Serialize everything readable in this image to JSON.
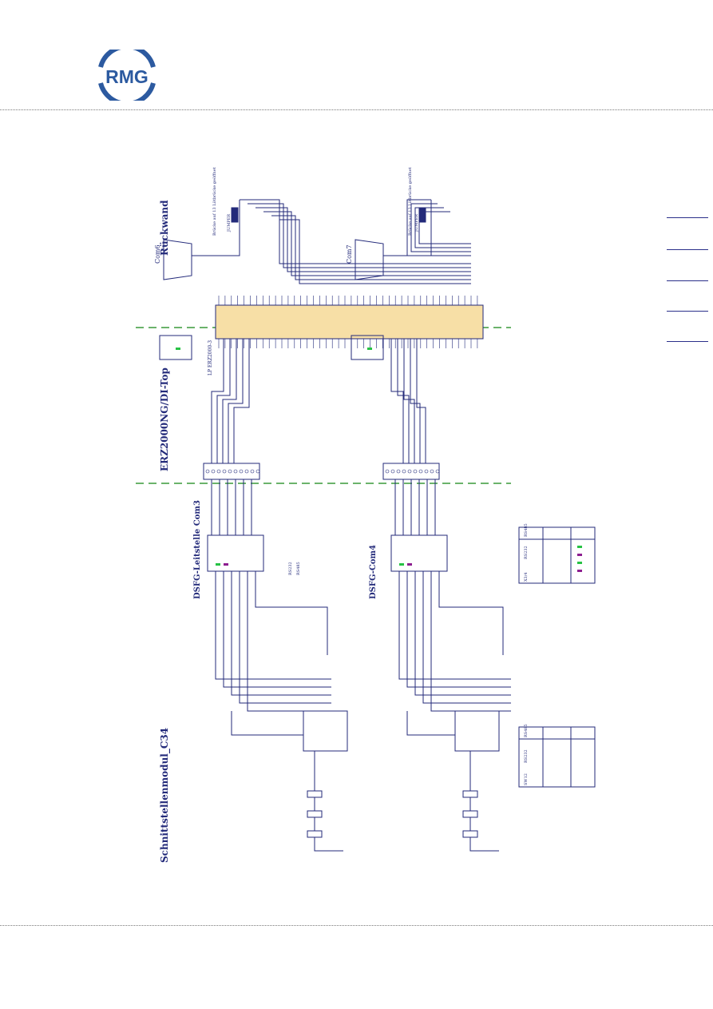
{
  "brand": {
    "logo_text": "RMG",
    "color": "#2c5aa0"
  },
  "diagram": {
    "title_main": "Schnittstellenmodul_C34",
    "title_top": "ERZ2000NG/DI-Top",
    "title_right": "Rückwand",
    "com3_label": "DSFG-Leitstelle Com3",
    "com4_label": "DSFG-Com4",
    "com6_label": "Com6",
    "com7_label": "Com7",
    "board_label": "LP ERZ2000-3",
    "bridge_note1": "Brücke auf 13 Lötbrücke geöffnet",
    "bridge_note2": "Brücke auf 13 Lötbrücke geöffnet",
    "jumper_label_top": "JUMPER",
    "jumper_label_bottom": "JUMPER",
    "rs232": "RS232",
    "rs485": "RS485",
    "sw_col1": "SW12",
    "sw_col2": "RS232",
    "sw_col3": "RS485",
    "x4_col1": "X3/4",
    "x4_col2": "RS232",
    "x4_col3": "RS485"
  },
  "colors": {
    "wire": "#232a7a",
    "connector_fill": "#f7dfa6",
    "dash_green": "#3a9a3a",
    "red_text": "#9a1f1f",
    "swatch_green": "#27c244",
    "swatch_purple": "#8d1e90"
  }
}
